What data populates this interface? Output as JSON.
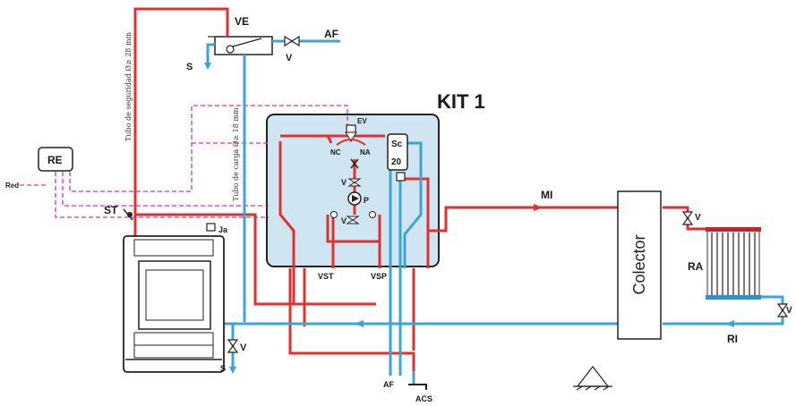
{
  "labels": {
    "ve": "VE",
    "af_top": "AF",
    "s_top": "S",
    "v_top": "V",
    "kit": "KIT 1",
    "ev": "EV",
    "nc": "NC",
    "na": "NA",
    "sc": "Sc",
    "sc_num": "20",
    "v_kit1": "V",
    "p": "P",
    "v_kit2": "V",
    "vst": "VST",
    "vsp": "VSP",
    "re": "RE",
    "red": "Red",
    "st": "ST",
    "ja": "Ja",
    "mi": "MI",
    "collector": "Colector",
    "v_right_top": "V",
    "ra": "RA",
    "v_right_bottom": "V",
    "ri": "RI",
    "v_bottom": "V",
    "s_bottom": "S",
    "af_bottom": "AF",
    "acs": "ACS",
    "safety_tube": "Tubo de seguridad Ø≥ 28 mm",
    "fill_tube": "Tubo de carga Ø≥ 18 mm"
  },
  "colors": {
    "hot": "#e0302f",
    "cold": "#3aa6d1",
    "control": "#c040a8",
    "kit_fill": "#cfe5f2",
    "line": "#222222"
  }
}
